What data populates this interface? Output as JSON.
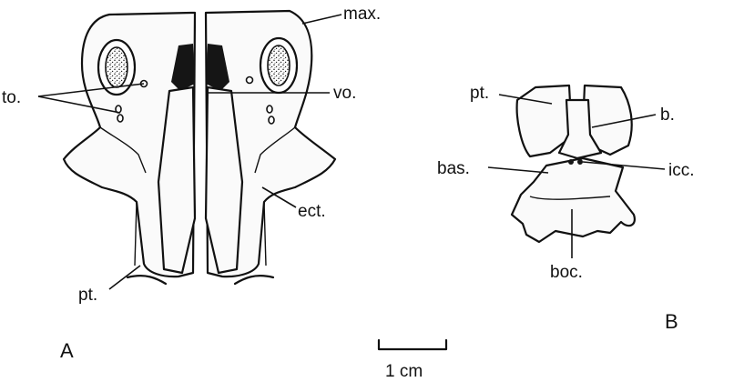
{
  "labels": {
    "max": "max.",
    "to": "to.",
    "vo": "vo.",
    "ect": "ect.",
    "pt_a": "pt.",
    "pt_b": "pt.",
    "b": "b.",
    "bas": "bas.",
    "icc": "icc.",
    "boc": "boc."
  },
  "panels": {
    "a": "A",
    "b": "B"
  },
  "scale_bar": {
    "label": "1 cm"
  }
}
